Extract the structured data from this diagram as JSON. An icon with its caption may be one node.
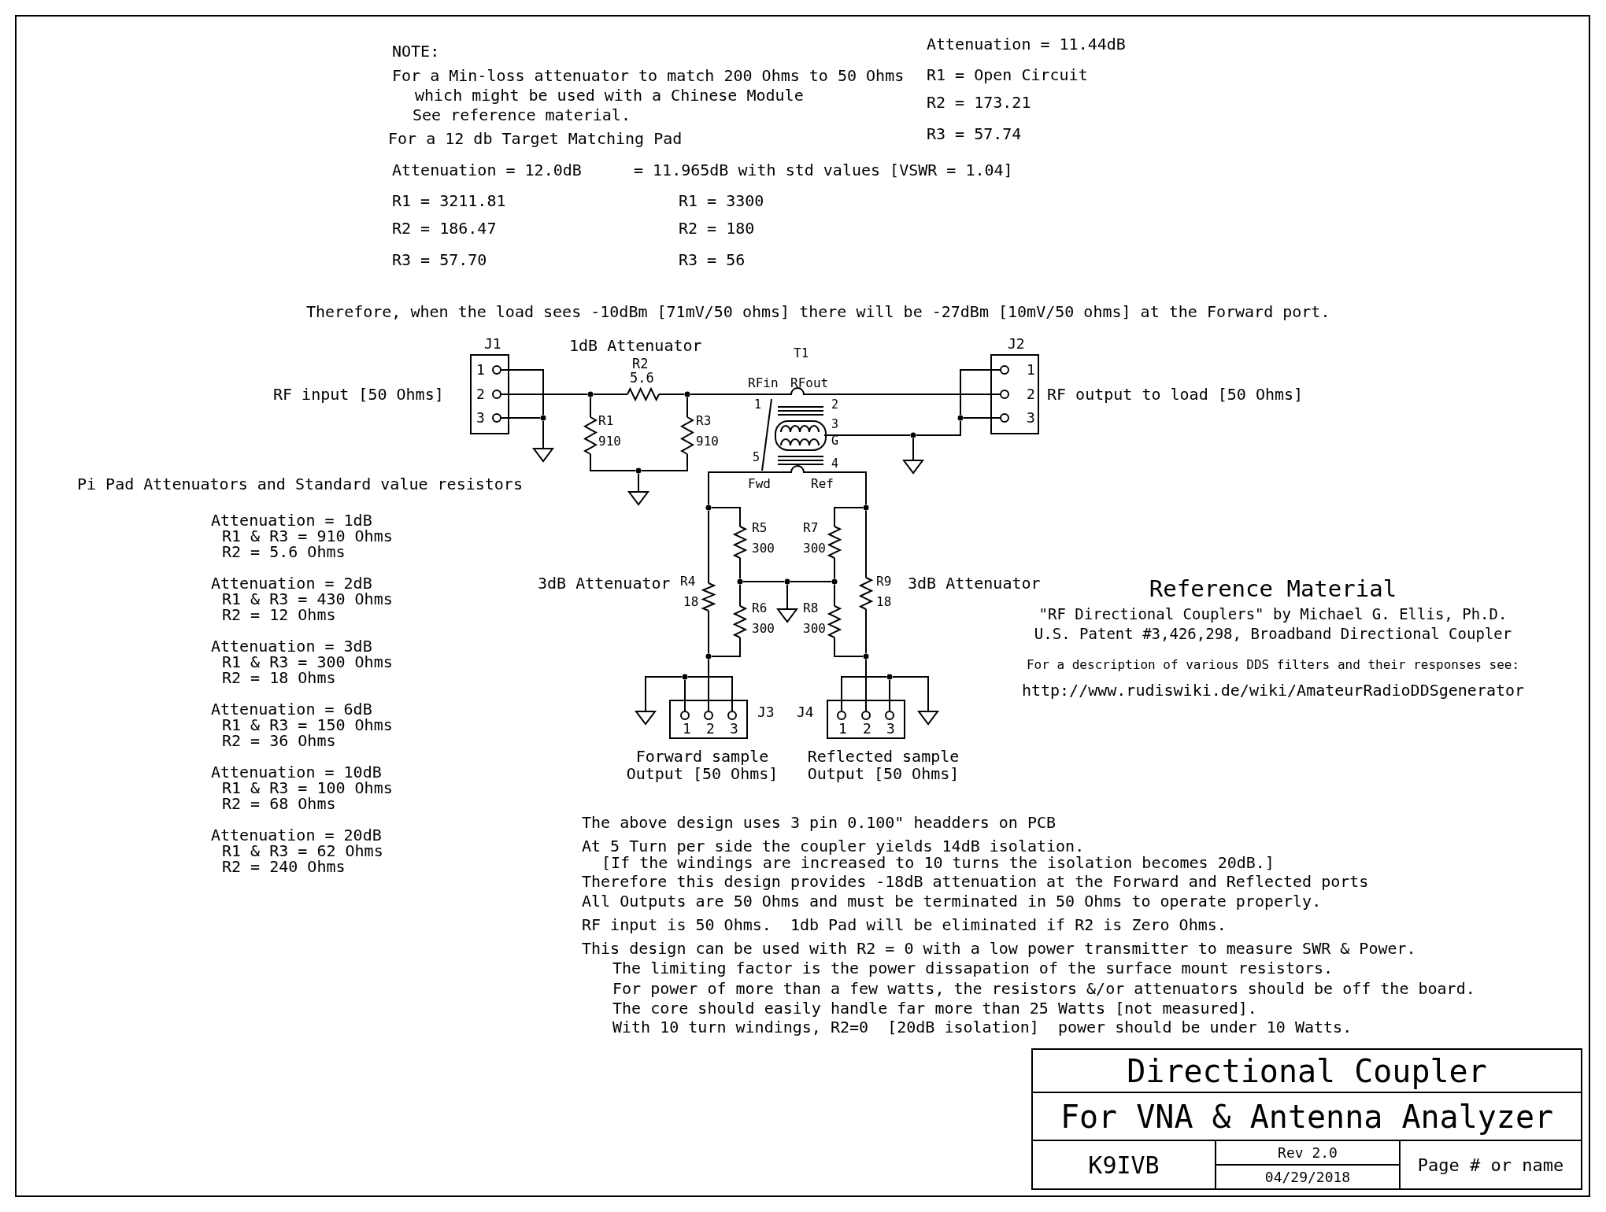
{
  "diagram": {
    "title": "Directional Coupler",
    "nodes": [
      {
        "text": [
          "J1",
          "1",
          "2",
          "3"
        ]
      },
      {
        "text": [
          "J2",
          "1",
          "2",
          "3"
        ]
      },
      {
        "text": [
          "J3",
          "1",
          "2",
          "3"
        ]
      },
      {
        "text": [
          "J4",
          "1",
          "2",
          "3"
        ]
      },
      {
        "text": [
          "For VNA & Antenna Analyzer"
        ]
      },
      {
        "text": [
          "K9IVB"
        ]
      },
      {
        "text": [
          "Rev 2.0"
        ]
      },
      {
        "text": [
          "04/29/2018"
        ]
      },
      {
        "text": [
          "Page # or name"
        ]
      },
      {
        "text": [],
        "shape": "resistor"
      },
      {
        "text": [],
        "shape": "resistor"
      },
      {
        "text": [],
        "shape": "resistor"
      },
      {
        "text": [],
        "shape": "transformer"
      },
      {
        "text": [],
        "shape": "resistor"
      },
      {
        "text": [],
        "shape": "resistor"
      },
      {
        "text": [],
        "shape": "resistor"
      },
      {
        "text": [],
        "shape": "resistor"
      },
      {
        "text": [],
        "shape": "resistor"
      },
      {
        "text": [],
        "shape": "resistor"
      },
      {
        "text": [],
        "shape": "ground"
      },
      {
        "text": [],
        "shape": "ground"
      },
      {
        "text": [],
        "shape": "ground"
      },
      {
        "text": [],
        "shape": "ground"
      },
      {
        "text": [],
        "shape": "ground"
      },
      {
        "text": [],
        "shape": "ground"
      },
      {
        "text": [],
        "shape": "circle"
      },
      {
        "text": [],
        "shape": "circle"
      },
      {
        "text": [],
        "shape": "circle"
      },
      {
        "text": [],
        "shape": "circle"
      },
      {
        "text": [],
        "shape": "circle"
      },
      {
        "text": [],
        "shape": "circle"
      },
      {
        "text": [],
        "shape": "circle"
      },
      {
        "text": [],
        "shape": "circle"
      },
      {
        "text": [],
        "shape": "circle"
      },
      {
        "text": [],
        "shape": "circle"
      },
      {
        "text": [],
        "shape": "circle"
      },
      {
        "text": [],
        "shape": "circle"
      },
      {
        "text": [],
        "shape": "circle"
      },
      {
        "text": [],
        "shape": "circle"
      },
      {
        "text": [],
        "shape": "circle"
      }
    ],
    "edges": [
      {
        "from": 0,
        "to": 26,
        "arrow": "none"
      },
      {
        "from": 0,
        "to": 25,
        "arrow": "none"
      },
      {
        "from": 0,
        "to": 25,
        "arrow": "none"
      },
      {
        "from": 25,
        "to": 19,
        "arrow": "none"
      },
      {
        "from": 26,
        "to": 10,
        "arrow": "none"
      },
      {
        "from": 10,
        "to": 27,
        "arrow": "none"
      },
      {
        "from": 26,
        "to": 9,
        "arrow": "none"
      },
      {
        "from": 27,
        "to": 11,
        "arrow": "none"
      },
      {
        "from": 9,
        "to": 28,
        "arrow": "none"
      },
      {
        "from": 11,
        "to": 28,
        "arrow": "none"
      },
      {
        "from": 28,
        "to": 20,
        "arrow": "none"
      },
      {
        "from": 27,
        "to": 12,
        "arrow": "none"
      },
      {
        "from": 12,
        "to": 1,
        "arrow": "none"
      },
      {
        "from": 1,
        "to": 29,
        "arrow": "none"
      },
      {
        "from": 1,
        "to": 29,
        "arrow": "none"
      },
      {
        "from": 29,
        "to": 30,
        "arrow": "none"
      },
      {
        "from": 30,
        "to": 12,
        "arrow": "none"
      },
      {
        "from": 30,
        "to": 21,
        "arrow": "none"
      },
      {
        "from": 12,
        "to": 31,
        "arrow": "none"
      },
      {
        "from": 12,
        "to": 32,
        "arrow": "none"
      },
      {
        "from": 31,
        "to": 13,
        "arrow": "none"
      },
      {
        "from": 31,
        "to": 14,
        "arrow": "none"
      },
      {
        "from": 14,
        "to": 33,
        "arrow": "none"
      },
      {
        "from": 33,
        "to": 15,
        "arrow": "none"
      },
      {
        "from": 15,
        "to": 36,
        "arrow": "none"
      },
      {
        "from": 13,
        "to": 36,
        "arrow": "none"
      },
      {
        "from": 36,
        "to": 2,
        "arrow": "none"
      },
      {
        "from": 33,
        "to": 34,
        "arrow": "none"
      },
      {
        "from": 34,
        "to": 35,
        "arrow": "none"
      },
      {
        "from": 34,
        "to": 22,
        "arrow": "none"
      },
      {
        "from": 32,
        "to": 16,
        "arrow": "none"
      },
      {
        "from": 16,
        "to": 35,
        "arrow": "none"
      },
      {
        "from": 35,
        "to": 17,
        "arrow": "none"
      },
      {
        "from": 17,
        "to": 37,
        "arrow": "none"
      },
      {
        "from": 32,
        "to": 18,
        "arrow": "none"
      },
      {
        "from": 18,
        "to": 37,
        "arrow": "none"
      },
      {
        "from": 37,
        "to": 3,
        "arrow": "none"
      },
      {
        "from": 23,
        "to": 38,
        "arrow": "none"
      },
      {
        "from": 38,
        "to": 2,
        "arrow": "none"
      },
      {
        "from": 38,
        "to": 2,
        "arrow": "none"
      },
      {
        "from": 3,
        "to": 39,
        "arrow": "none"
      },
      {
        "from": 39,
        "to": 3,
        "arrow": "none"
      },
      {
        "from": 39,
        "to": 24,
        "arrow": "none"
      }
    ],
    "labels": [
      "NOTE:",
      "Attenuation = 11.44dB",
      "For a Min-loss attenuator to match 200 Ohms to 50 Ohms",
      "R1 = Open Circuit",
      "which might be used with a Chinese Module",
      "R2 = 173.21",
      "See reference material.",
      "R3 = 57.74",
      "For a 12 db Target Matching Pad",
      "Attenuation = 12.0dB",
      "= 11.965dB with std values [VSWR = 1.04]",
      "R1 = 3211.81",
      "R1 = 3300",
      "R2 = 186.47",
      "R2 = 180",
      "R3 = 57.70",
      "R3 = 56",
      "Therefore, when the load sees -10dBm [71mV/50 ohms] there will be -27dBm [10mV/50 ohms] at the Forward port.",
      "1dB Attenuator",
      "T1",
      "R2",
      "5.6",
      "RF input [50 Ohms]",
      "RFin",
      "RFout",
      "RF output to load [50 Ohms]",
      "1",
      "2",
      "R1",
      "R3",
      "3",
      "910",
      "910",
      "G",
      "5",
      "4",
      "Pi Pad Attenuators and Standard value resistors",
      "Fwd",
      "Ref",
      "Attenuation = 1dB",
      "R1 & R3 = 910 Ohms",
      "R2 = 5.6 Ohms",
      "Attenuation = 2dB",
      "R1 & R3 = 430 Ohms",
      "R2 = 12 Ohms",
      "Attenuation = 3dB",
      "R1 & R3 = 300 Ohms",
      "R2 = 18 Ohms",
      "Attenuation = 6dB",
      "R1 & R3 = 150 Ohms",
      "R2 = 36 Ohms",
      "Attenuation = 10dB",
      "R1 & R3 = 100 Ohms",
      "R2 = 68 Ohms",
      "Attenuation = 20dB",
      "R1 & R3 = 62 Ohms",
      "R2 = 240 Ohms",
      "R5",
      "R7",
      "300",
      "300",
      "3dB Attenuator",
      "R4",
      "R9",
      "3dB Attenuator",
      "Reference Material",
      "18",
      "18",
      "R6",
      "R8",
      "\"RF Directional Couplers\" by Michael G. Ellis, Ph.D.",
      "U.S. Patent #3,426,298, Broadband Directional Coupler",
      "300",
      "300",
      "For a description of various DDS filters and their responses see:",
      "http://www.rudiswiki.de/wiki/AmateurRadioDDSgenerator",
      "Forward sample Output [50 Ohms]",
      "Reflected sample Output [50 Ohms]",
      "The above design uses 3 pin 0.100\" headders on PCB",
      "At 5 Turn per side the coupler yields 14dB isolation.",
      "[If the windings are increased to 10 turns the isolation becomes 20dB.]",
      "Therefore this design provides -18dB attenuation at the Forward and Reflected ports",
      "All Outputs are 50 Ohms and must be terminated in 50 Ohms to operate properly.",
      "RF input is 50 Ohms.  1db Pad will be eliminated if R2 is Zero Ohms.",
      "This design can be used with R2 = 0 with a low power transmitter to measure SWR & Power.",
      "The limiting factor is the power dissapation of the surface mount resistors.",
      "For power of more than a few watts, the resistors &/or attenuators should be off the board.",
      "The core should easily handle far more than 25 Watts [not measured].",
      "With 10 turn windings, R2=0  [20dB isolation]  power should be under 10 Watts."
    ]
  }
}
